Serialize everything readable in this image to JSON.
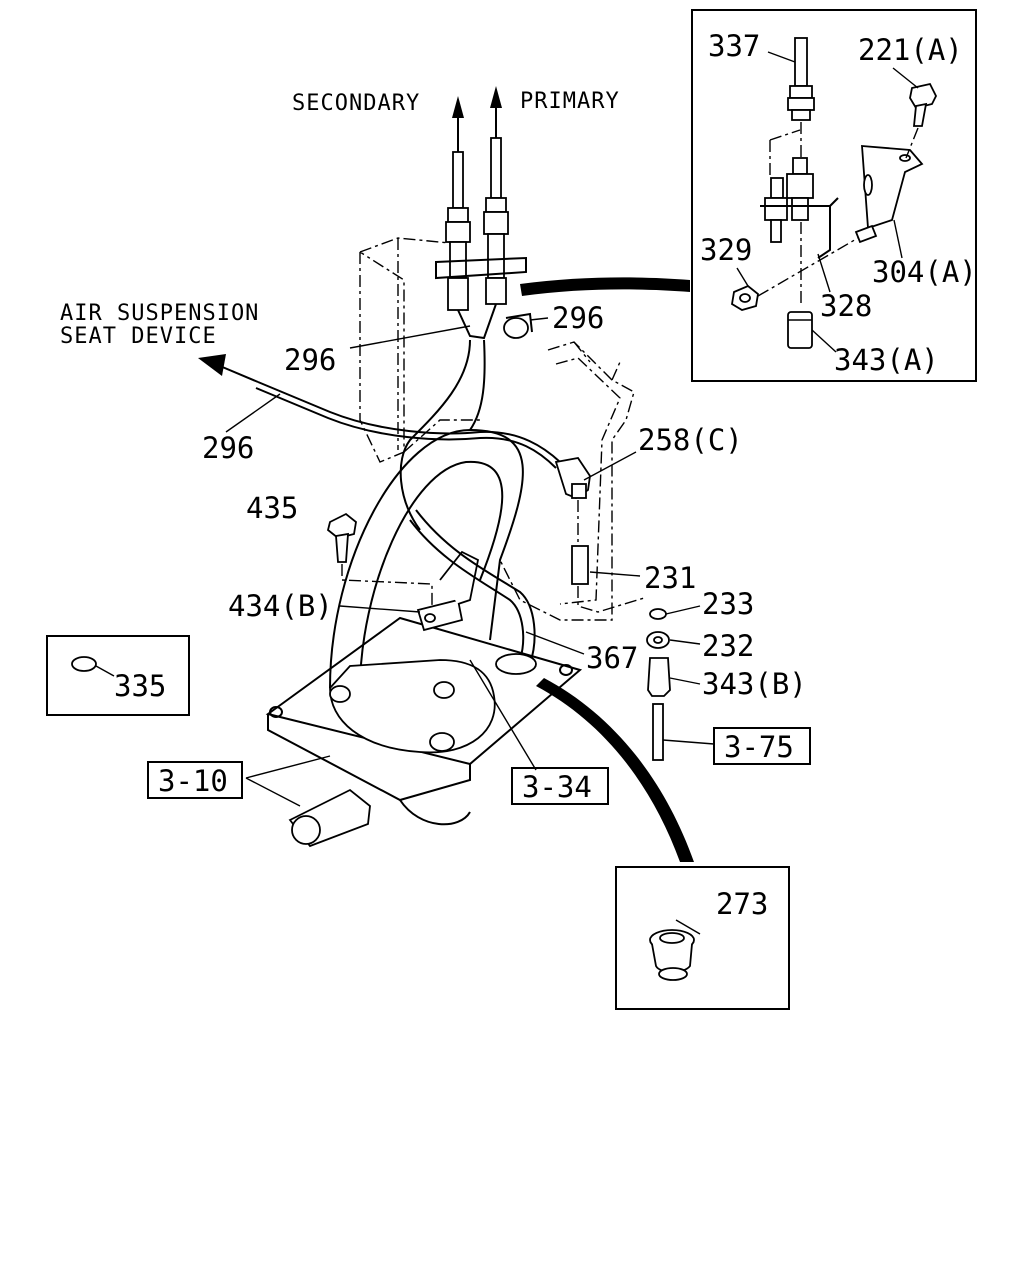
{
  "directions": {
    "secondary": "SECONDARY",
    "primary": "PRIMARY",
    "seat_device_line1": "AIR SUSPENSION",
    "seat_device_line2": "SEAT DEVICE"
  },
  "callouts": {
    "p296_top": "296",
    "p296_mid": "296",
    "p296_low": "296",
    "p435": "435",
    "p434b": "434(B)",
    "p258c": "258(C)",
    "p231": "231",
    "p233": "233",
    "p232": "232",
    "p367": "367",
    "p343b": "343(B)",
    "p335": "335",
    "p273": "273"
  },
  "references": {
    "ref_3_10": "3-10",
    "ref_3_34": "3-34",
    "ref_3_75": "3-75"
  },
  "detail_inset": {
    "p337": "337",
    "p221a": "221(A)",
    "p329": "329",
    "p304a": "304(A)",
    "p328": "328",
    "p343a": "343(A)"
  }
}
